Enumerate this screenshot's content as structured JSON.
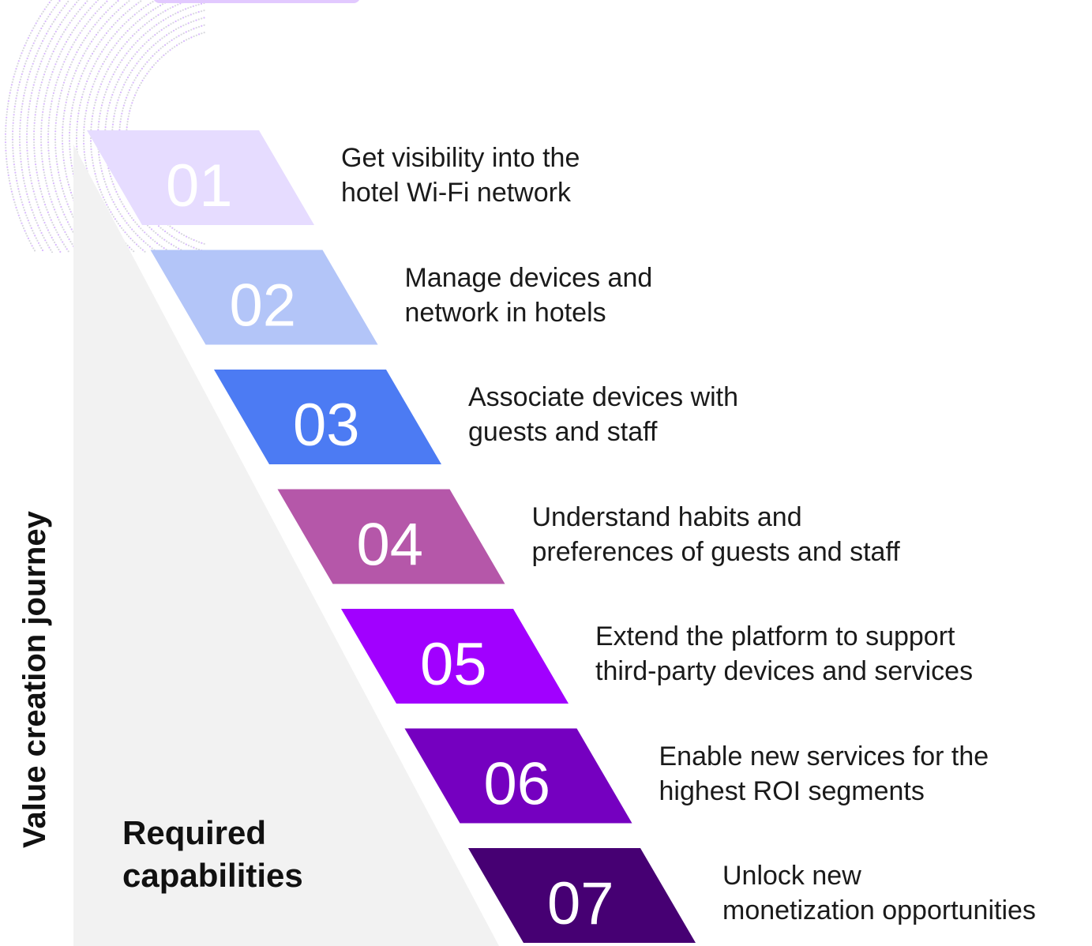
{
  "diagram": {
    "side_title": "Value creation journey",
    "required_capabilities": [
      "Required",
      "capabilities"
    ],
    "steps": [
      {
        "number": "01",
        "lines": [
          "Get visibility into the",
          "hotel Wi-Fi network"
        ],
        "color": "#e6dcff"
      },
      {
        "number": "02",
        "lines": [
          "Manage devices and",
          "network in hotels"
        ],
        "color": "#b3c5f8"
      },
      {
        "number": "03",
        "lines": [
          "Associate devices with",
          "guests and staff"
        ],
        "color": "#4c7bf3"
      },
      {
        "number": "04",
        "lines": [
          "Understand habits and",
          "preferences of guests and staff"
        ],
        "color": "#b557a9"
      },
      {
        "number": "05",
        "lines": [
          "Extend the platform to support",
          "third-party devices and services"
        ],
        "color": "#a100ff"
      },
      {
        "number": "06",
        "lines": [
          "Enable new services for the",
          "highest ROI segments"
        ],
        "color": "#7500c0"
      },
      {
        "number": "07",
        "lines": [
          "Unlock new",
          "monetization opportunities"
        ],
        "color": "#460073"
      }
    ]
  }
}
